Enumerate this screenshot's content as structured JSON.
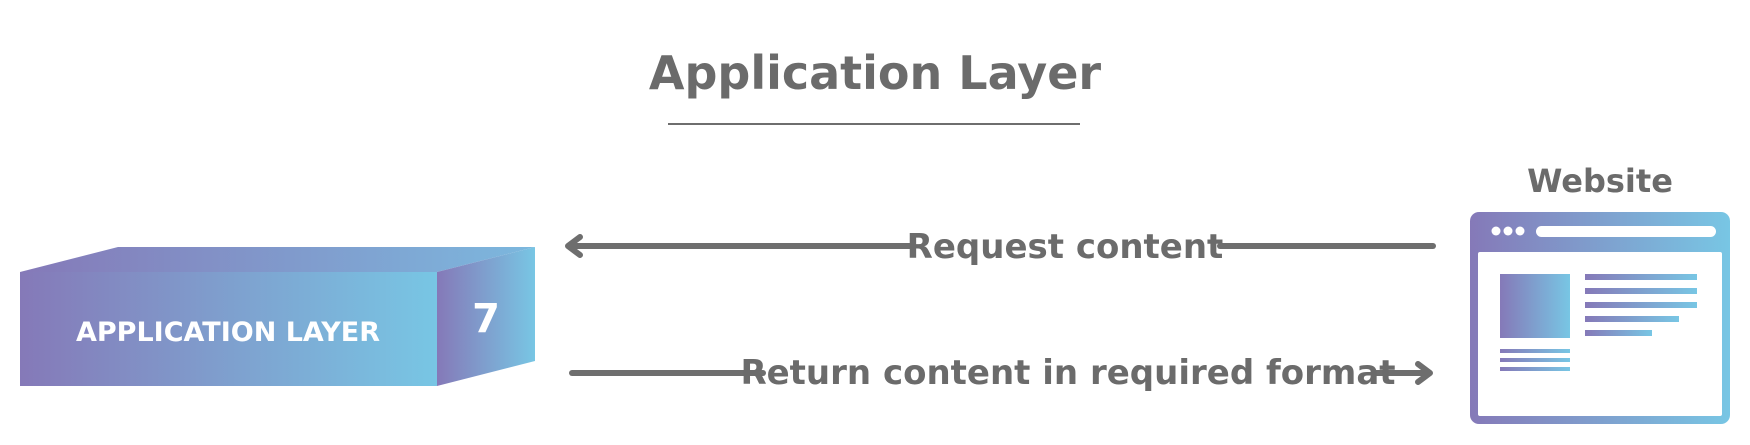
{
  "title": "Application Layer",
  "layer_box": {
    "label": "APPLICATION LAYER",
    "number": "7"
  },
  "website": {
    "label": "Website"
  },
  "arrows": {
    "request": "Request content",
    "response": "Return content in required format"
  },
  "colors": {
    "gradient_start": "#8579b8",
    "gradient_end": "#78c6e4",
    "text_gray": "#6b6b6b",
    "line_gray": "#6e6e6e"
  },
  "icons": [
    "website-browser-icon",
    "arrow-left-icon",
    "arrow-right-icon"
  ]
}
